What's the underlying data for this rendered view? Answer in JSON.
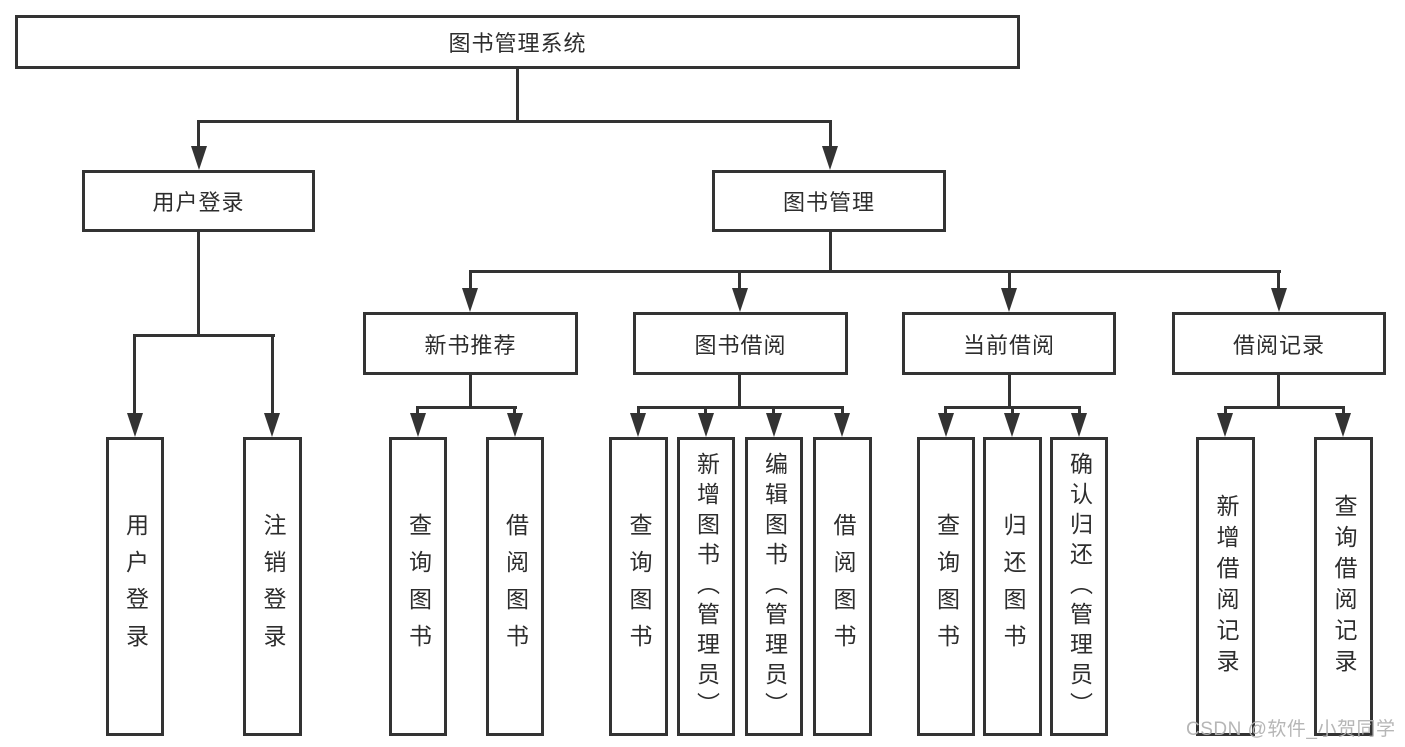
{
  "diagram_title": "图书管理系统",
  "tree": {
    "root": {
      "label": "图书管理系统"
    },
    "branches": [
      {
        "label": "用户登录",
        "leaves": [
          {
            "label": "用户登录"
          },
          {
            "label": "注销登录"
          }
        ]
      },
      {
        "label": "图书管理",
        "groups": [
          {
            "label": "新书推荐",
            "leaves": [
              {
                "label": "查询图书"
              },
              {
                "label": "借阅图书"
              }
            ]
          },
          {
            "label": "图书借阅",
            "leaves": [
              {
                "label": "查询图书"
              },
              {
                "label": "新增图书（管理员）"
              },
              {
                "label": "编辑图书（管理员）"
              },
              {
                "label": "借阅图书"
              }
            ]
          },
          {
            "label": "当前借阅",
            "leaves": [
              {
                "label": "查询图书"
              },
              {
                "label": "归还图书"
              },
              {
                "label": "确认归还（管理员）"
              }
            ]
          },
          {
            "label": "借阅记录",
            "leaves": [
              {
                "label": "新增借阅记录"
              },
              {
                "label": "查询借阅记录"
              }
            ]
          }
        ]
      }
    ]
  },
  "watermark": {
    "text": "CSDN @软件_小贺同学"
  },
  "colors": {
    "line": "#333333",
    "text": "#2d2d2d",
    "box_background": "#ffffff",
    "page_background": "#ffffff",
    "watermark": "#b3b3b3"
  }
}
